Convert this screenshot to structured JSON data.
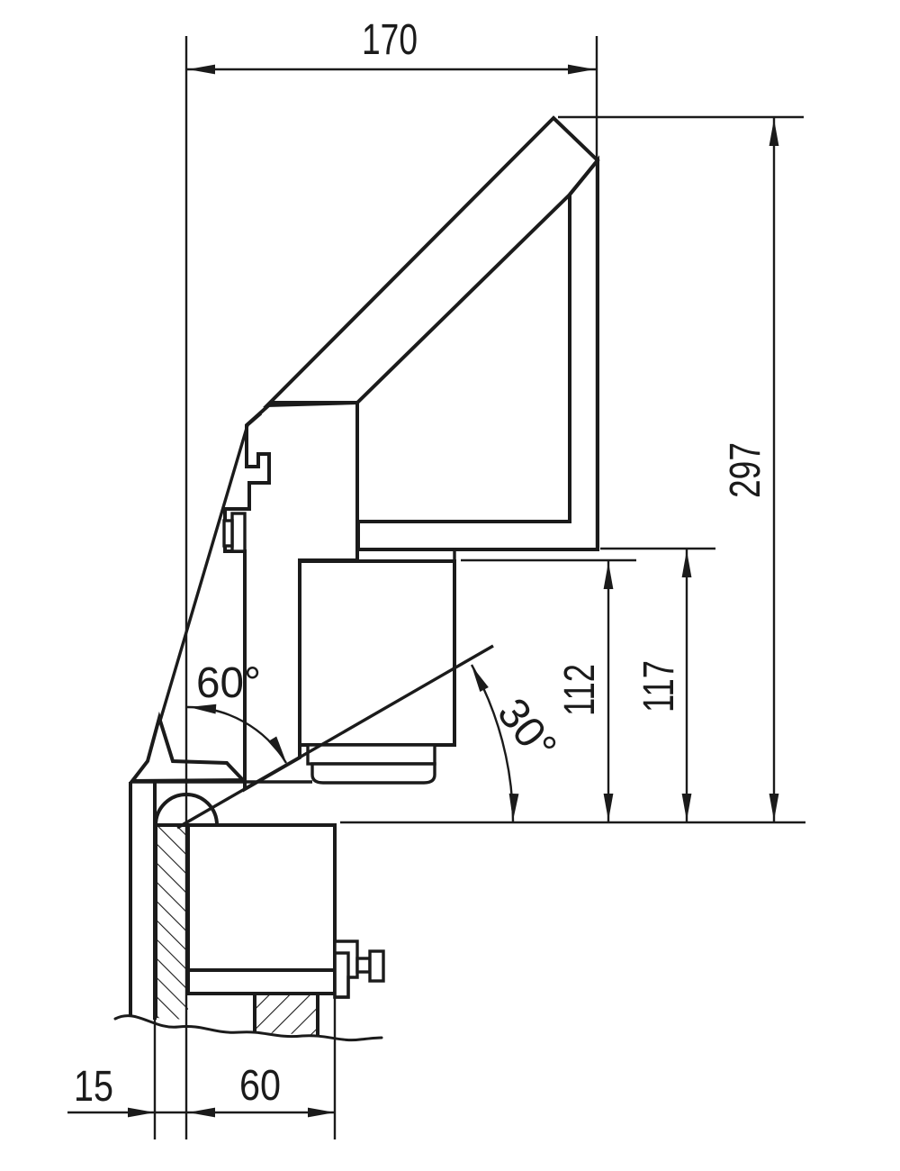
{
  "page": {
    "type": "technical-section-drawing",
    "description": "Dimensioned cross-section drawing of a tilted floodlight luminaire on a mounting base",
    "colors": {
      "ink": "#1b1b1b",
      "paper": "#ffffff"
    }
  },
  "drawing": {
    "dimensions": {
      "top_width": {
        "label": "170"
      },
      "overall_height": {
        "label": "297"
      },
      "lamp_height": {
        "label": "112"
      },
      "mount_height": {
        "label": "117"
      },
      "body_angle": {
        "label": "60°"
      },
      "tilt_angle": {
        "label": "30°"
      },
      "base_offset": {
        "label": "15"
      },
      "base_width": {
        "label": "60"
      }
    }
  }
}
